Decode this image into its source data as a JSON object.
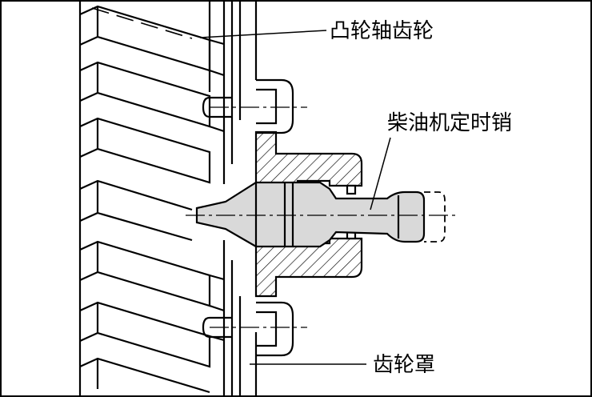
{
  "labels": {
    "camshaft_gear": "凸轮轴齿轮",
    "timing_pin": "柴油机定时销",
    "gear_cover": "齿轮罩"
  },
  "colors": {
    "line": "#000000",
    "fill_pin": "#d9d9d9",
    "background": "#ffffff"
  }
}
